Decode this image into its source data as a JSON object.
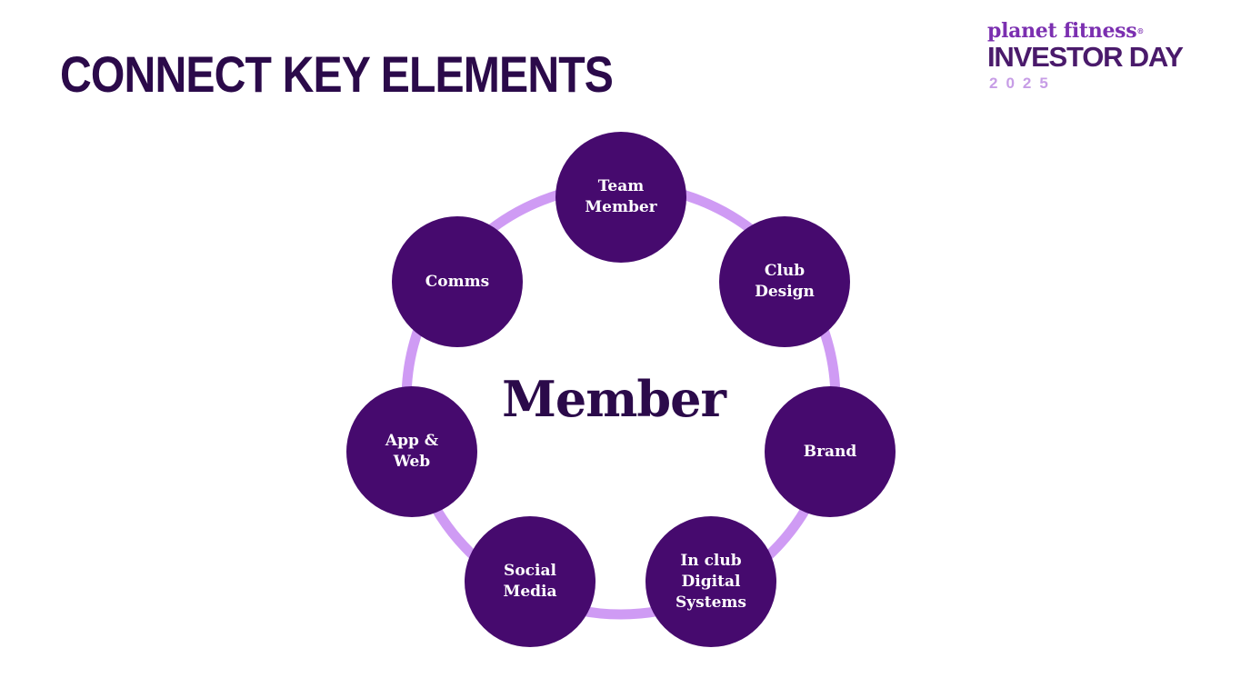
{
  "slide": {
    "title": "CONNECT KEY ELEMENTS"
  },
  "logo": {
    "brand": "planet fitness",
    "registered": "®",
    "event": "INVESTOR DAY",
    "year": "2025"
  },
  "diagram": {
    "center": "Member",
    "nodes": [
      {
        "label": "Team\nMember"
      },
      {
        "label": "Club\nDesign"
      },
      {
        "label": "Brand"
      },
      {
        "label": "In club\nDigital\nSystems"
      },
      {
        "label": "Social\nMedia"
      },
      {
        "label": "App &\nWeb"
      },
      {
        "label": "Comms"
      }
    ]
  },
  "colors": {
    "title": "#2b0a4a",
    "node_fill": "#460a6e",
    "ring": "#cf9bf4",
    "brand": "#7b2fb0",
    "event": "#4a1a6b",
    "year": "#c79de6"
  }
}
